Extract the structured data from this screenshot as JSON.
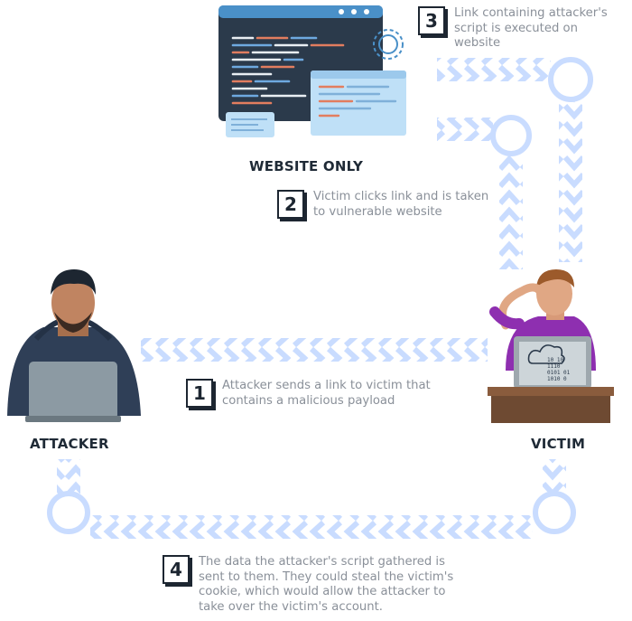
{
  "nodes": {
    "website_label": "WEBSITE ONLY",
    "attacker_label": "ATTACKER",
    "victim_label": "VICTIM"
  },
  "steps": [
    {
      "number": "1",
      "text": "Attacker sends a link to victim that contains a malicious payload"
    },
    {
      "number": "2",
      "text": "Victim clicks link and is taken to vulnerable website"
    },
    {
      "number": "3",
      "text": "Link containing attacker's script is executed on website"
    },
    {
      "number": "4",
      "text": "The data the attacker's script gathered is sent to them. They could steal the victim's cookie, which would allow the attacker to take over the victim's account."
    }
  ],
  "laptop_code": [
    "10 10",
    "1110",
    "0101 01",
    "1010 0"
  ],
  "colors": {
    "arrow": "#c9dcff",
    "dark": "#1d2631",
    "monitor": "#2b3a4b",
    "overlay": "#bfe0f7",
    "attacker_hoodie": "#2f3f57",
    "victim_shirt": "#8e2fb0",
    "desk": "#6e4a32"
  }
}
